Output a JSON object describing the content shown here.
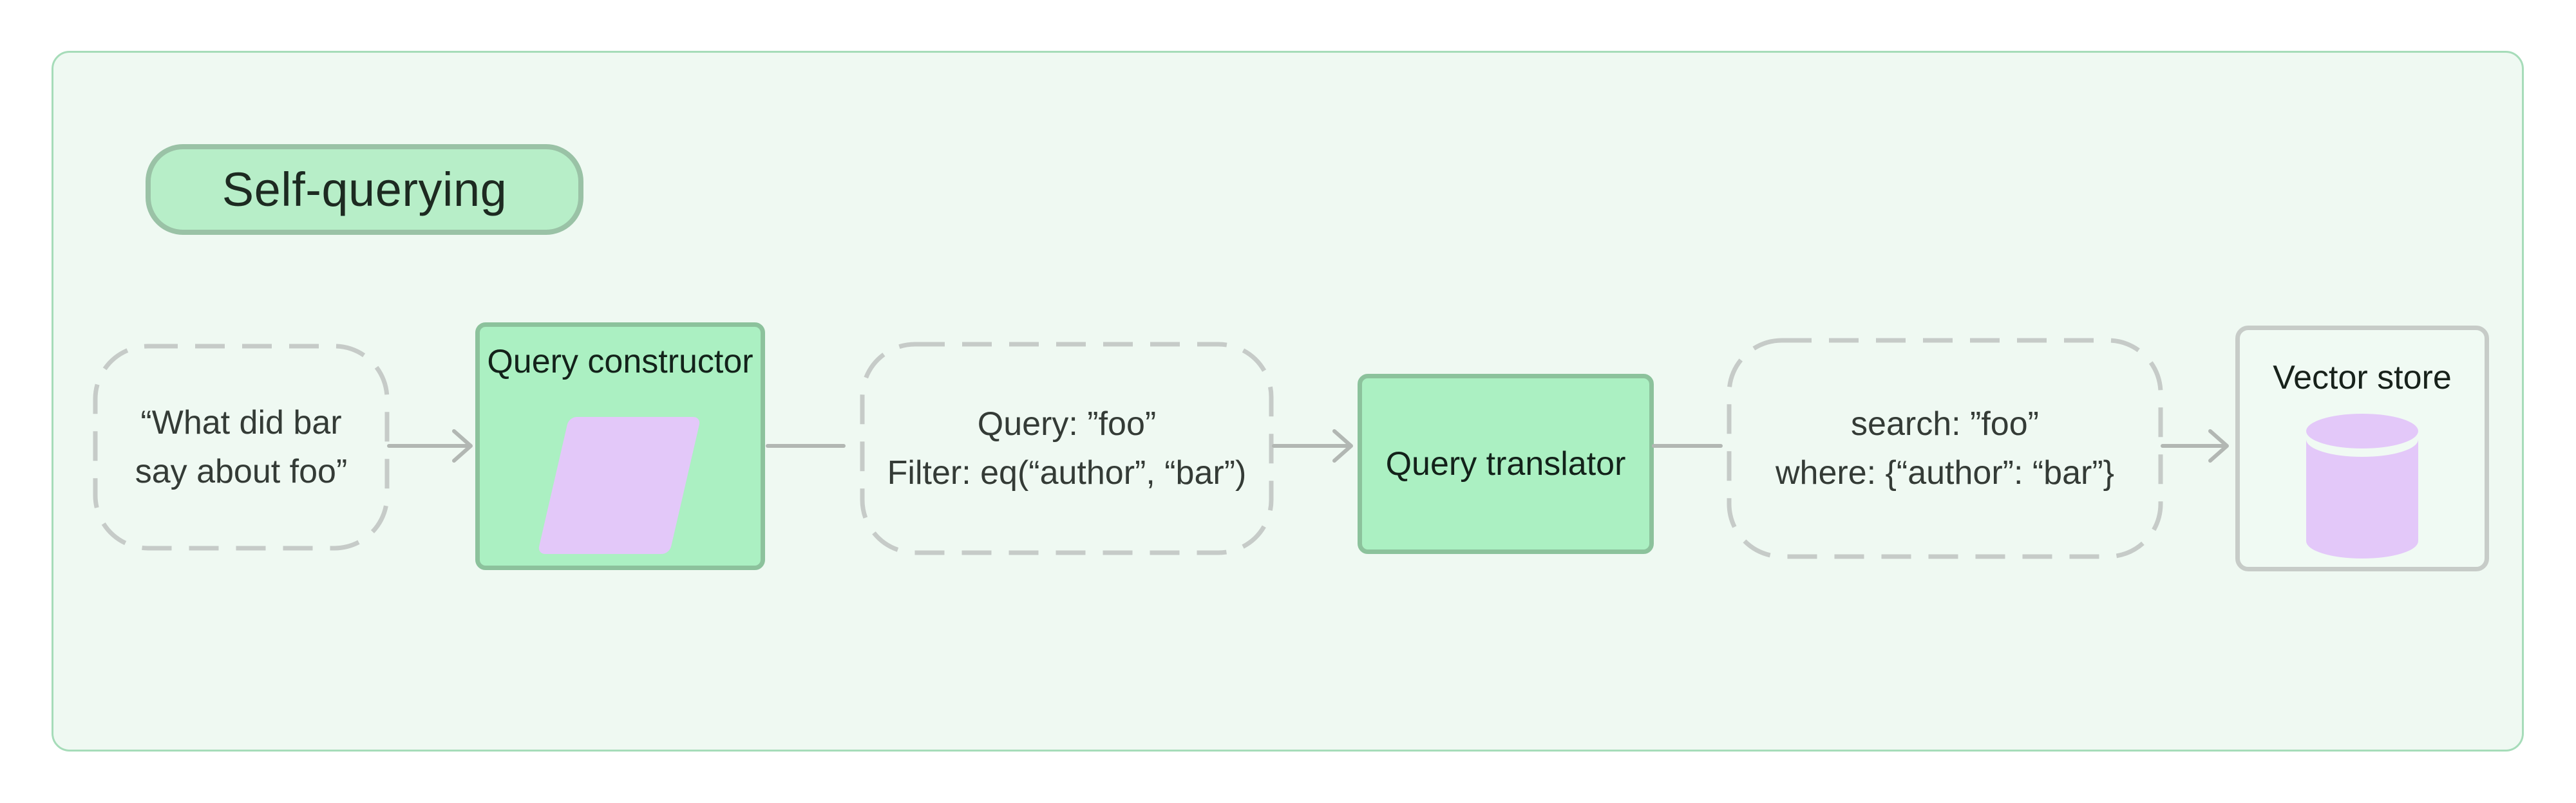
{
  "badge": {
    "label": "Self-querying"
  },
  "flow": {
    "user_query": {
      "lines": [
        "“What did bar",
        "say about foo”"
      ]
    },
    "query_constructor": {
      "label": "Query constructor",
      "icon": "parallelogram-icon"
    },
    "constructed_query": {
      "lines": [
        "Query: ”foo”",
        "Filter: eq(“author”, “bar”)"
      ]
    },
    "query_translator": {
      "label": "Query translator"
    },
    "translated_query": {
      "lines": [
        "search: ”foo”",
        "where: {“author”: “bar”}"
      ]
    },
    "vector_store": {
      "label": "Vector store",
      "icon": "database-cylinder-icon"
    }
  },
  "colors": {
    "page_background": "#ffffff",
    "panel_background": "#eff9f2",
    "panel_border": "#a6dcb9",
    "badge_fill": "#b7eec8",
    "badge_border": "#9ac2a6",
    "solid_node_fill": "#abf0c2",
    "solid_node_border": "#8cc29c",
    "dashed_node_border": "#c6cbc8",
    "outlined_node_border": "#c7ccc8",
    "icon_lavender": "#e3c8f9",
    "connector_gray": "#b2b7b3",
    "badge_text": "#1d2a21",
    "node_text": "#343b36"
  }
}
